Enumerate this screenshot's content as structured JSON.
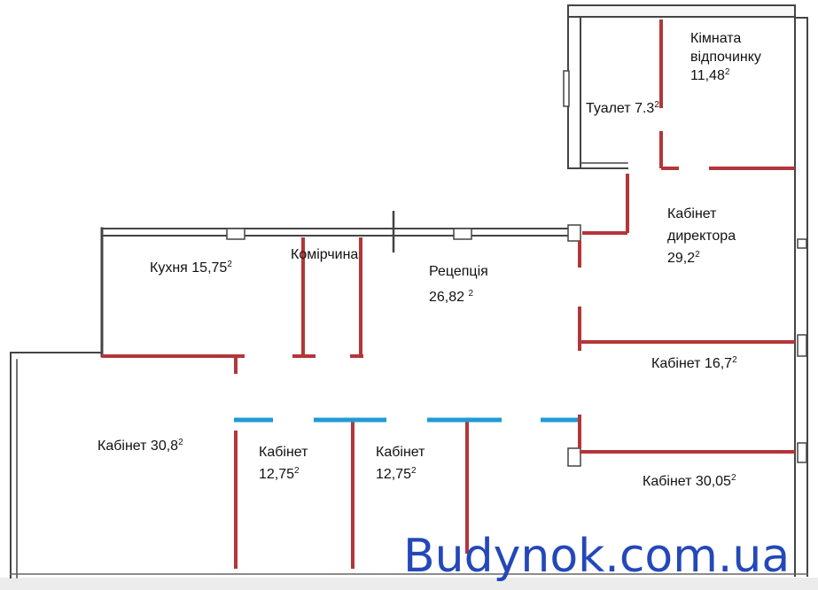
{
  "rooms": [
    {
      "key": "rest",
      "lines": [
        "Кімната",
        "відпочинку",
        "11,48"
      ],
      "sup_on_last": "2"
    },
    {
      "key": "toilet",
      "lines": [
        "Туалет 7.3"
      ],
      "sup_on_last": "2"
    },
    {
      "key": "director",
      "lines": [
        "Кабінет",
        "директора",
        "29,2"
      ],
      "sup_on_last": "2"
    },
    {
      "key": "kitchen",
      "lines": [
        "Кухня 15,75"
      ],
      "sup_on_last": "2"
    },
    {
      "key": "storage",
      "lines": [
        "Комірчина"
      ],
      "sup_on_last": ""
    },
    {
      "key": "reception",
      "lines": [
        "Рецепція",
        "26,82 "
      ],
      "sup_on_last": "2"
    },
    {
      "key": "office167",
      "lines": [
        "Кабінет 16,7"
      ],
      "sup_on_last": "2"
    },
    {
      "key": "office308",
      "lines": [
        "Кабінет 30,8"
      ],
      "sup_on_last": "2"
    },
    {
      "key": "office1275a",
      "lines": [
        "Кабінет",
        "12,75"
      ],
      "sup_on_last": "2"
    },
    {
      "key": "office1275b",
      "lines": [
        "Кабінет",
        "12,75"
      ],
      "sup_on_last": "2"
    },
    {
      "key": "office3005",
      "lines": [
        "Кабінет 30,05"
      ],
      "sup_on_last": "2"
    }
  ],
  "watermark": "Budynok.com.ua",
  "colors": {
    "outer_wall": "#333333",
    "partition": "#b3363a",
    "glass_partition": "#1f9bd1",
    "watermark": "#2448b8"
  }
}
